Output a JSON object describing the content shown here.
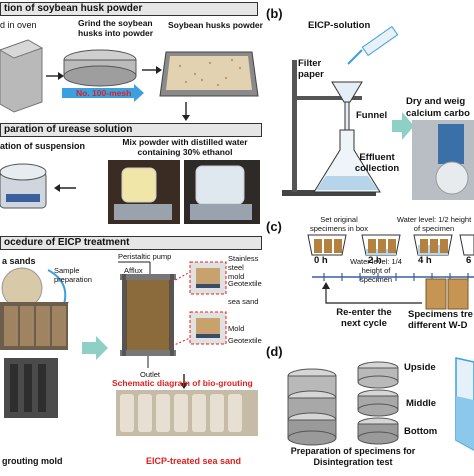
{
  "panel_a": {
    "step1_header": "tion of soybean husk powder",
    "step1_labels": [
      "d in oven",
      "Grind the soybean husks into powder",
      "Soybean husks powder"
    ],
    "mesh_label": "No. 100-mesh",
    "step2_header": "paration of urease solution",
    "step2_labels": [
      "ation of suspension",
      "Mix powder with distilled water containing 30% ethanol"
    ],
    "step3_header": "ocedure of EICP treatment",
    "step3_labels": {
      "sands": "a sands",
      "sample_prep": "Sample preparation",
      "pump": "Peristaltic pump",
      "afflux": "Afflux",
      "stainless": "Stainless steel mold",
      "geotextile_top": "Geotextile",
      "sea_sand": "sea sand",
      "mold": "Mold",
      "geotextile_bottom": "Geotextile",
      "outlet": "Outlet",
      "schematic": "Schematic diagram of bio-grouting",
      "grouting_mold": "grouting mold",
      "treated": "EICP-treated sea sand"
    }
  },
  "panel_b": {
    "label": "(b)",
    "eicp_solution": "EICP-solution",
    "filter_paper": "Filter paper",
    "funnel": "Funnel",
    "effluent": "Effluent collection",
    "dry_weigh": "Dry and weig",
    "calcium": "calcium carbo"
  },
  "panel_c": {
    "label": "(c)",
    "set_original": "Set original specimens in box",
    "water_half": "Water level: 1/2 height of specimen",
    "water_quarter": "Water level: 1/4 height of specimen",
    "ticks": [
      "0 h",
      "2 h",
      "4 h",
      "6"
    ],
    "reenter": "Re-enter the next cycle",
    "specimens": "Specimens tre different W-D"
  },
  "panel_d": {
    "label": "(d)",
    "upside": "Upside",
    "middle": "Middle",
    "bottom": "Bottom",
    "prep": "Preparation of specimens for Disintegration test"
  },
  "colors": {
    "red_text": "#e02020",
    "accent_blue": "#3aa0e0",
    "header_bg": "#e6e6e6"
  }
}
